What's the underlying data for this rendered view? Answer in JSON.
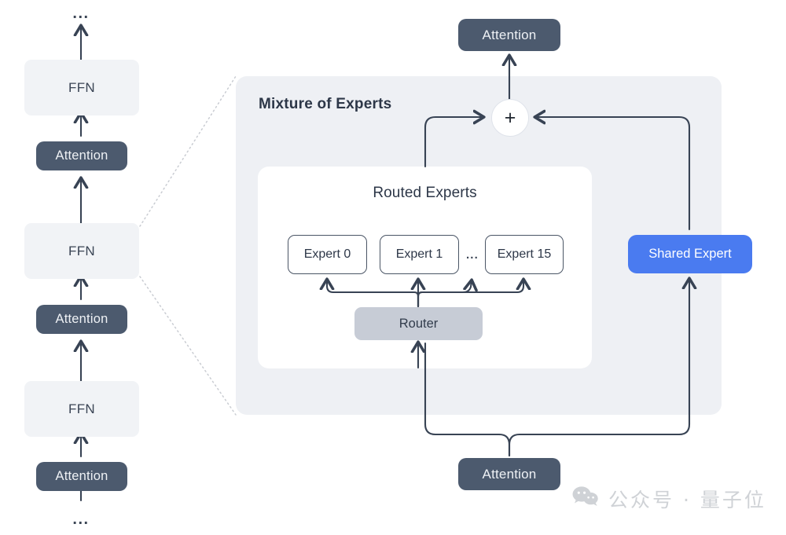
{
  "diagram": {
    "title": "Mixture of Experts architecture diagram",
    "colors": {
      "background": "#ffffff",
      "panel": "#eef0f4",
      "card": "#ffffff",
      "ffn_fill": "#f1f3f6",
      "attention_fill": "#4c5a6e",
      "attention_text": "#eef1f5",
      "router_fill": "#c7ccd6",
      "shared_expert_fill": "#4a7bf0",
      "shared_expert_text": "#ffffff",
      "expert_border": "#4a5565",
      "arrow": "#384354",
      "dotted_guide": "#c9ccd2",
      "watermark": "#cfd2d6"
    }
  },
  "left_stack": {
    "top_ellipsis": "...",
    "bottom_ellipsis": "...",
    "blocks": [
      {
        "label": "FFN",
        "type": "ffn"
      },
      {
        "label": "Attention",
        "type": "attention"
      },
      {
        "label": "FFN",
        "type": "ffn"
      },
      {
        "label": "Attention",
        "type": "attention"
      },
      {
        "label": "FFN",
        "type": "ffn"
      },
      {
        "label": "Attention",
        "type": "attention"
      }
    ]
  },
  "moe": {
    "panel_title": "Mixture of Experts",
    "routed_card_title": "Routed Experts",
    "experts": [
      {
        "label": "Expert 0"
      },
      {
        "label": "Expert 1"
      },
      {
        "label": "Expert 15"
      }
    ],
    "expert_ellipsis": "...",
    "router_label": "Router",
    "shared_expert_label": "Shared Expert",
    "combine_symbol": "+",
    "output_attention_label": "Attention",
    "input_attention_label": "Attention"
  },
  "watermark": {
    "text": "公众号 · 量子位",
    "icon": "wechat-icon"
  }
}
